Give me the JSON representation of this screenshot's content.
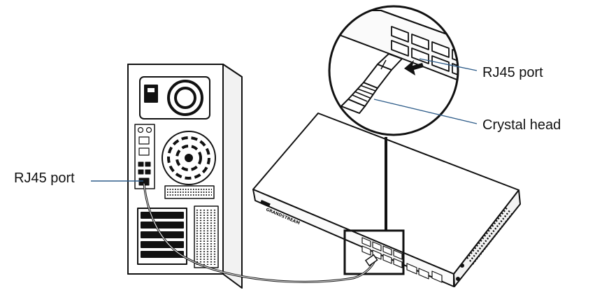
{
  "labels": {
    "pc_port": "RJ45 port",
    "zoom_port": "RJ45 port",
    "crystal_head": "Crystal head"
  },
  "switch": {
    "brand": "GRANDSTREAM"
  },
  "colors": {
    "outline": "#111111",
    "leader_line": "#2f5d8a",
    "background": "#ffffff"
  }
}
